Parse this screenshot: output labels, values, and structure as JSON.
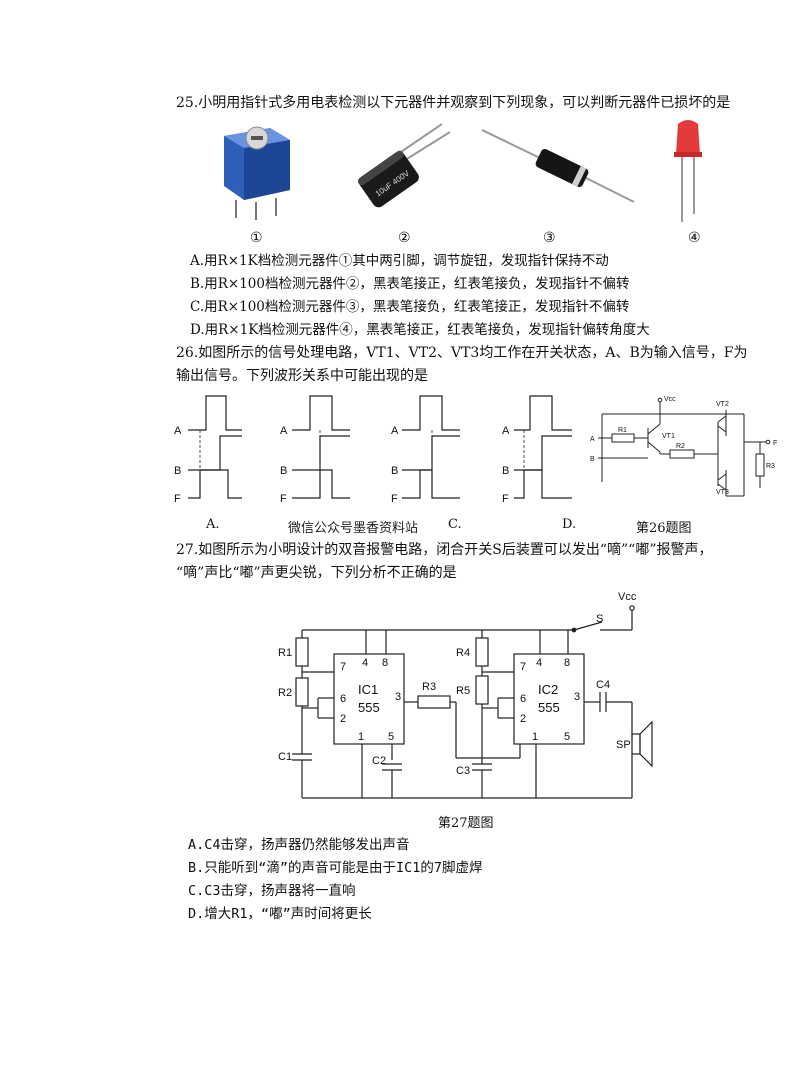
{
  "q25": {
    "stem": "25.小明用指针式多用电表检测以下元器件并观察到下列现象，可以判断元器件已损坏的是",
    "labels": [
      "①",
      "②",
      "③",
      "④"
    ],
    "capacitor_marking": "10uF 400V",
    "options": [
      "A.用R×1K档检测元器件①其中两引脚，调节旋钮，发现指针保持不动",
      "B.用R×100档检测元器件②，黑表笔接正，红表笔接负，发现指针不偏转",
      "C.用R×100档检测元器件③，黑表笔接负，红表笔接正，发现指针不偏转",
      "D.用R×1K档检测元器件④，黑表笔接正，红表笔接负，发现指针偏转角度大"
    ]
  },
  "q26": {
    "stem_line1": "26.如图所示的信号处理电路，VT1、VT2、VT3均工作在开关状态，A、B为输入信号，F为",
    "stem_line2": "输出信号。下列波形关系中可能出现的是",
    "signal_labels": [
      "A",
      "B",
      "F"
    ],
    "option_labels": [
      "A.",
      "C.",
      "D."
    ],
    "watermark": "微信公众号墨香资料站",
    "circuit": {
      "vcc": "Vcc",
      "parts": [
        "R1",
        "VT1",
        "R2",
        "VT2",
        "VT3",
        "R3"
      ],
      "inputs": [
        "A",
        "B"
      ],
      "output": "F"
    },
    "caption": "第26题图"
  },
  "q27": {
    "stem_line1": "27.如图所示为小明设计的双音报警电路，闭合开关S后装置可以发出“嘀”“嘟”报警声，",
    "stem_line2": "“嘀”声比“嘟”声更尖锐，下列分析不正确的是",
    "circuit": {
      "vcc": "Vcc",
      "switch": "S",
      "resistors": [
        "R1",
        "R2",
        "R3",
        "R4",
        "R5"
      ],
      "capacitors": [
        "C1",
        "C2",
        "C3",
        "C4"
      ],
      "speaker": "SP",
      "ic1": {
        "name": "IC1",
        "type": "555"
      },
      "ic2": {
        "name": "IC2",
        "type": "555"
      },
      "pins": {
        "p7": "7",
        "p4": "4",
        "p8": "8",
        "p6": "6",
        "p2": "2",
        "p3": "3",
        "p1": "1",
        "p5": "5"
      }
    },
    "caption": "第27题图",
    "options": [
      "A.C4击穿，扬声器仍然能够发出声音",
      "B.只能听到“滴”的声音可能是由于IC1的7脚虚焊",
      "C.C3击穿，扬声器将一直响",
      "D.增大R1，“嘟”声时间将更长"
    ]
  }
}
